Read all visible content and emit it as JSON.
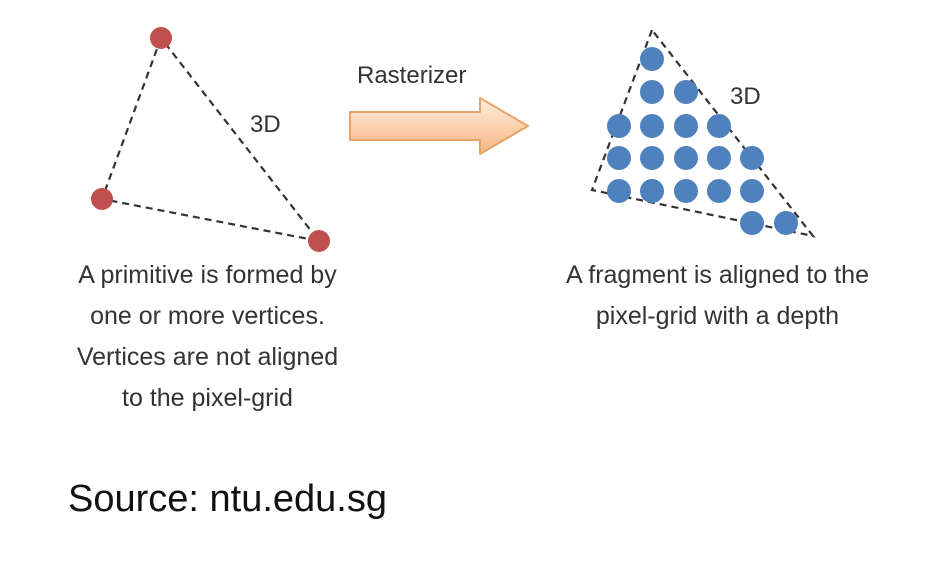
{
  "diagram": {
    "left": {
      "label_3d": "3D",
      "caption_lines": [
        "A primitive  is formed by",
        "one or more vertices.",
        "Vertices are not aligned",
        "to the pixel-grid"
      ]
    },
    "arrow": {
      "label": "Rasterizer"
    },
    "right": {
      "label_3d": "3D",
      "caption_lines": [
        "A fragment is aligned to the",
        "pixel-grid with a depth"
      ]
    }
  },
  "source": "Source: ntu.edu.sg",
  "colors": {
    "vertex": "#c0504d",
    "fragment": "#4f81bd",
    "arrow_fill_light": "#fde9d9",
    "arrow_fill_dark": "#f9c08f",
    "arrow_stroke": "#e6a46a",
    "edge": "#333333"
  }
}
